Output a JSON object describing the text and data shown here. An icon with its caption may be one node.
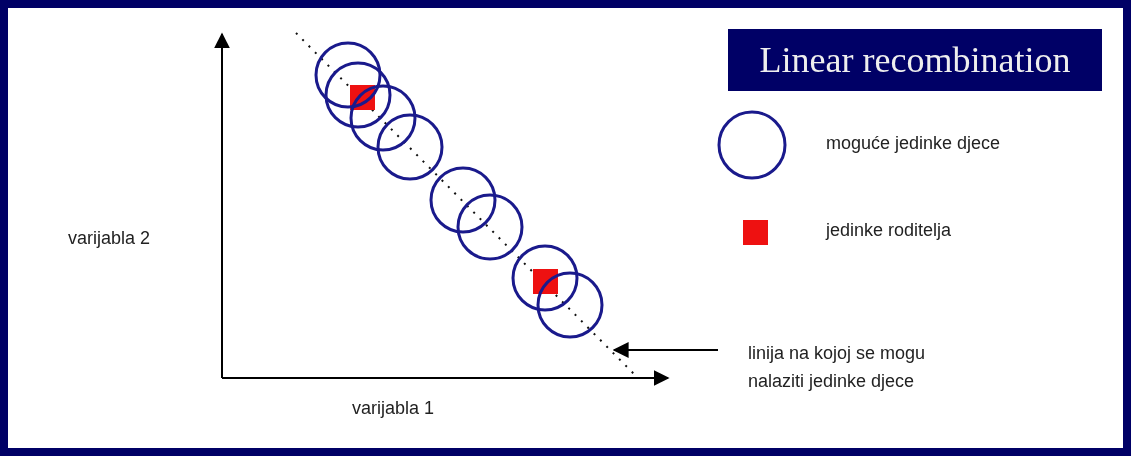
{
  "diagram": {
    "title": "Linear recombination",
    "nodes": [
      {
        "text": [
          "linija na kojoj se mogu nalaziti jedinke djece"
        ]
      },
      {
        "text": [],
        "shape": "line"
      }
    ],
    "edges": [
      {
        "from": 0,
        "to": 1,
        "arrow": "to"
      }
    ],
    "labels": [
      "varijabla 2",
      "varijabla 1"
    ],
    "legend": [
      {
        "text": "moguće jedinke djece"
      },
      {
        "text": "jedinke roditelja",
        "color": "#ee1111"
      }
    ]
  }
}
